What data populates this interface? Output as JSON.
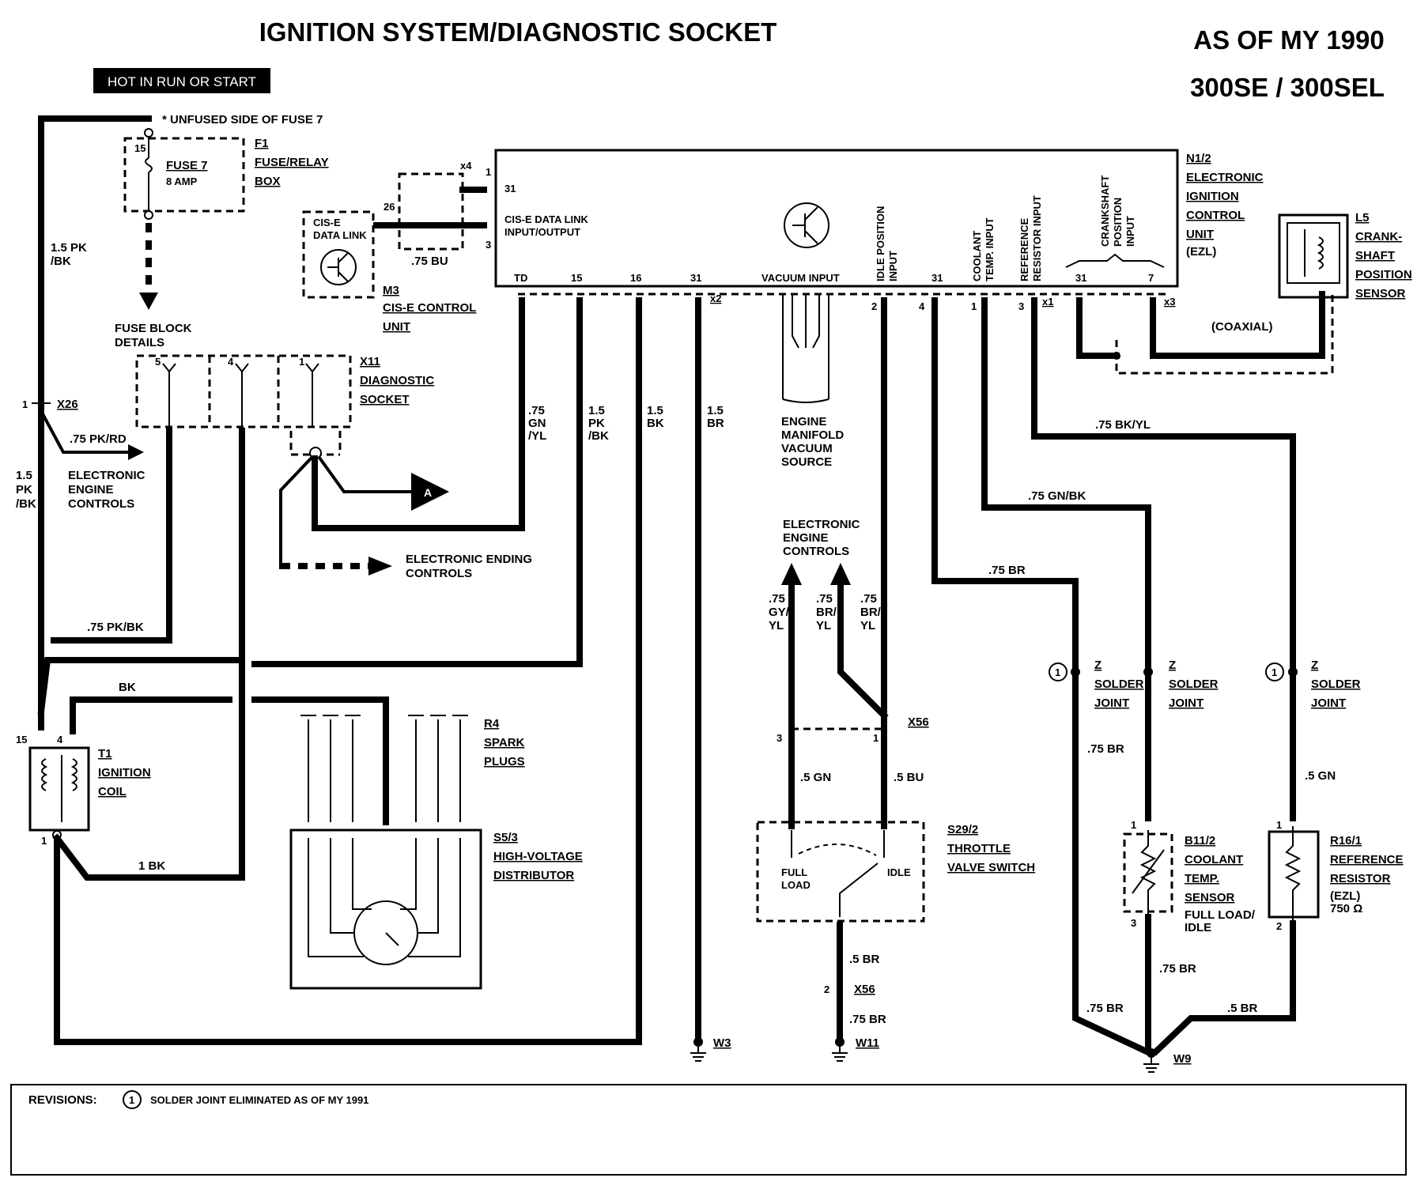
{
  "title": "IGNITION SYSTEM/DIAGNOSTIC SOCKET",
  "model_year": "AS OF MY 1990",
  "models": "300SE / 300SEL",
  "hot_banner": "HOT IN RUN OR START",
  "fuse": {
    "note": "* UNFUSED SIDE OF FUSE 7",
    "id": "F1",
    "desc1": "FUSE/RELAY",
    "desc2": "BOX",
    "name": "FUSE 7",
    "rating": "8 AMP",
    "pin": "15"
  },
  "fuse_block_details": [
    "FUSE BLOCK",
    "DETAILS"
  ],
  "m3": {
    "inner1": "CIS-E",
    "inner2": "DATA LINK",
    "id": "M3",
    "desc1": "CIS-E CONTROL",
    "desc2": "UNIT",
    "x4": "x4",
    "pin26": "26",
    "wire": ".75 BU",
    "pin1": "1",
    "pin3": "3",
    "pin31": "31"
  },
  "ezl": {
    "id": "N1/2",
    "lines": [
      "ELECTRONIC",
      "IGNITION",
      "CONTROL",
      "UNIT",
      "(EZL)"
    ],
    "datalink1": "CIS-E DATA LINK",
    "datalink2": "INPUT/OUTPUT",
    "pins_bottom": [
      "TD",
      "15",
      "16",
      "31",
      "VACUUM INPUT",
      "31"
    ],
    "idle_input": [
      "IDLE POSITION",
      "INPUT"
    ],
    "coolant_input": [
      "COOLANT",
      "TEMP. INPUT"
    ],
    "reference_input": [
      "REFERENCE",
      "RESISTOR INPUT"
    ],
    "crank_input": [
      "CRANKSHAFT",
      "POSITION",
      "INPUT"
    ],
    "x1": "x1",
    "x2": "x2",
    "x3": "x3",
    "pin2": "2",
    "pin4": "4",
    "pin1": "1",
    "pin3": "3",
    "crank31": "31",
    "crank7": "7"
  },
  "l5": {
    "id": "L5",
    "lines": [
      "CRANK-",
      "SHAFT",
      "POSITION",
      "SENSOR"
    ],
    "coax": "(COAXIAL)"
  },
  "x11": {
    "id": "X11",
    "desc1": "DIAGNOSTIC",
    "desc2": "SOCKET",
    "pins": [
      "5",
      "4",
      "1"
    ]
  },
  "x26": {
    "id": "X26",
    "pin": "1"
  },
  "wires": {
    "pk_bk_top": "1.5 PK",
    "pk_bk_top2": "/BK",
    "pk_rd": ".75 PK/RD",
    "pk_bk_left1": "1.5",
    "pk_bk_left2": "PK",
    "pk_bk_left3": "/BK",
    "pk_bk_small": ".75 PK/BK",
    "bk": "BK",
    "bk1": "1 BK",
    "gn_yl": [
      ".75",
      "GN",
      "/YL"
    ],
    "pk_bk15": [
      "1.5",
      "PK",
      "/BK"
    ],
    "bk15": [
      "1.5",
      "BK"
    ],
    "br15": [
      "1.5",
      "BR"
    ],
    "gy_yl": [
      ".75",
      "GY/",
      "YL"
    ],
    "br_yl_a": [
      ".75",
      "BR/",
      "YL"
    ],
    "br_yl_b": [
      ".75",
      "BR/",
      "YL"
    ],
    "gn5": ".5 GN",
    "bu5": ".5 BU",
    "br5a": ".5 BR",
    "br75a": ".75 BR",
    "br75b": ".75 BR",
    "bk_yl": ".75 BK/YL",
    "gn_bk": ".75 GN/BK",
    "br75c": ".75 BR",
    "br75d": ".75 BR",
    "br75e": ".75 BR",
    "br5b": ".5 BR",
    "gn5b": ".5 GN"
  },
  "eec_left": [
    "ELECTRONIC",
    "ENGINE",
    "CONTROLS"
  ],
  "eec_mid": [
    "ELECTRONIC ENDING",
    "CONTROLS"
  ],
  "eec_right": [
    "ELECTRONIC",
    "ENGINE",
    "CONTROLS"
  ],
  "arrow_a": "A",
  "vacuum": [
    "ENGINE",
    "MANIFOLD",
    "VACUUM",
    "SOURCE"
  ],
  "t1": {
    "id": "T1",
    "lines": [
      "IGNITION",
      "COIL"
    ],
    "pin15": "15",
    "pin4": "4",
    "pin1": "1"
  },
  "r4": {
    "id": "R4",
    "lines": [
      "SPARK",
      "PLUGS"
    ]
  },
  "s53": {
    "id": "S5/3",
    "lines": [
      "HIGH-VOLTAGE",
      "DISTRIBUTOR"
    ]
  },
  "s292": {
    "id": "S29/2",
    "lines": [
      "THROTTLE",
      "VALVE SWITCH"
    ],
    "full": "FULL",
    "load": "LOAD",
    "idle": "IDLE"
  },
  "x56": {
    "id": "X56",
    "pin3": "3",
    "pin1": "1",
    "pin2": "2"
  },
  "splice": {
    "z": "Z",
    "solder": "SOLDER",
    "joint": "JOINT",
    "rev": "1"
  },
  "b112": {
    "id": "B11/2",
    "lines": [
      "COOLANT",
      "TEMP.",
      "SENSOR",
      "FULL LOAD/",
      "IDLE"
    ],
    "pin1": "1",
    "pin3": "3"
  },
  "r161": {
    "id": "R16/1",
    "lines": [
      "REFERENCE",
      "RESISTOR",
      "(EZL)",
      "750 Ω"
    ],
    "pin1": "1",
    "pin2": "2"
  },
  "grounds": {
    "w3": "W3",
    "w11": "W11",
    "w9": "W9"
  },
  "revisions": {
    "label": "REVISIONS:",
    "num": "1",
    "text": "SOLDER JOINT ELIMINATED AS OF MY 1991"
  }
}
